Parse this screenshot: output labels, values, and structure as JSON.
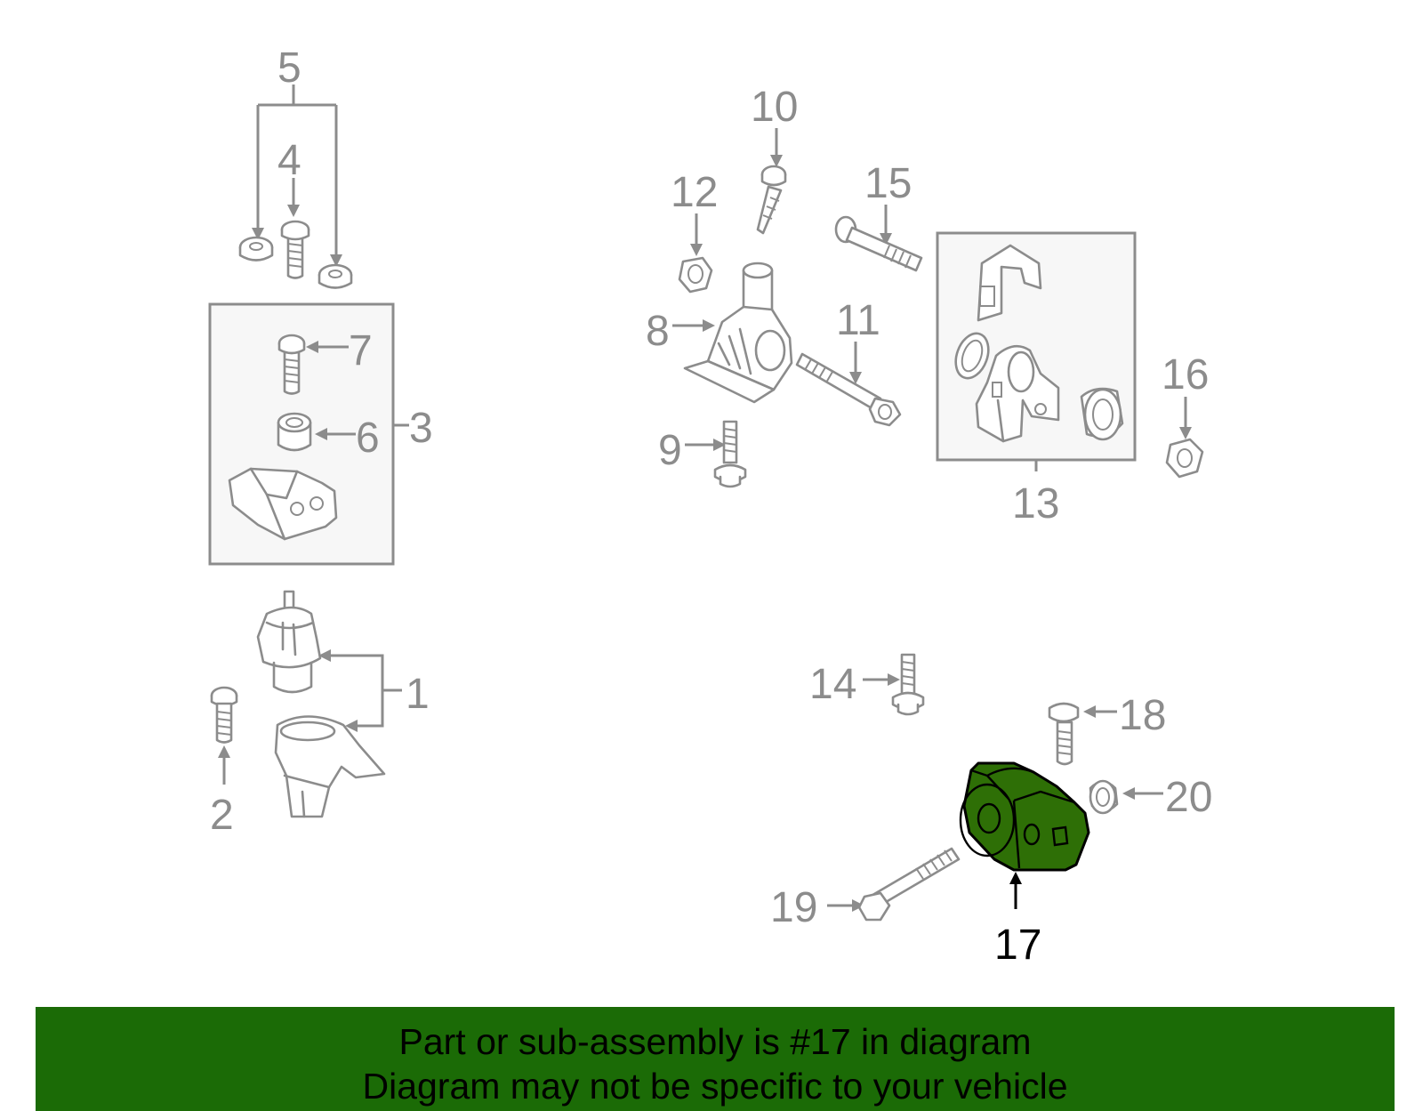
{
  "callouts": {
    "c1": "1",
    "c2": "2",
    "c3": "3",
    "c4": "4",
    "c5": "5",
    "c6": "6",
    "c7": "7",
    "c8": "8",
    "c9": "9",
    "c10": "10",
    "c11": "11",
    "c12": "12",
    "c13": "13",
    "c14": "14",
    "c15": "15",
    "c16": "16",
    "c17": "17",
    "c18": "18",
    "c19": "19",
    "c20": "20"
  },
  "highlighted_part": "17",
  "colors": {
    "highlight": "#2e6f06",
    "banner": "#1b6b06",
    "callout": "#8c8c8c"
  },
  "banner": {
    "line1": "Part or sub-assembly is #17 in diagram",
    "line2": "Diagram may not be specific to your vehicle"
  }
}
